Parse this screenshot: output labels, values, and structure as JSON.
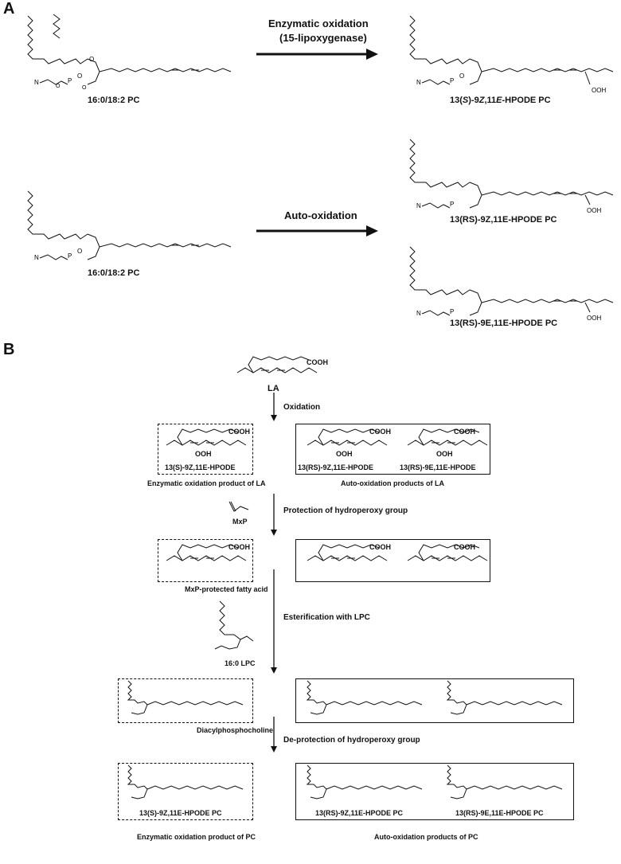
{
  "panel_a": {
    "label": "A",
    "enzymatic_arrow_line1": "Enzymatic oxidation",
    "enzymatic_arrow_line2": "(15-lipoxygenase)",
    "auto_arrow": "Auto-oxidation",
    "substrate_top": "16:0/18:2 PC",
    "product_top_pre": "13(",
    "product_top_stereo": "S",
    "product_top_mid": ")-9",
    "product_top_z": "Z",
    "product_top_mid2": ",11",
    "product_top_e": "E",
    "product_top_post": "-HPODE PC",
    "substrate_bottom": "16:0/18:2 PC",
    "product_rs_z": "13(RS)-9Z,11E-HPODE PC",
    "product_rs_e": "13(RS)-9E,11E-HPODE PC",
    "ooh": "OOH"
  },
  "panel_b": {
    "label": "B",
    "la": "LA",
    "cooh": "COOH",
    "oh": "OOH",
    "step_oxidation": "Oxidation",
    "enz_la_compound": "13(S)-9Z,11E-HPODE",
    "enz_la_caption": "Enzymatic oxidation product of LA",
    "auto_la_compound_1": "13(RS)-9Z,11E-HPODE",
    "auto_la_compound_2": "13(RS)-9E,11E-HPODE",
    "auto_la_caption": "Auto-oxidation products of LA",
    "mxp": "MxP",
    "step_protection": "Protection of hydroperoxy group",
    "mxp_caption": "MxP-protected fatty acid",
    "lpc": "16:0 LPC",
    "step_esterification": "Esterification with LPC",
    "dapc_caption": "Diacylphosphocholine",
    "step_deprotection": "De-protection of hydroperoxy group",
    "final_enz_compound": "13(S)-9Z,11E-HPODE PC",
    "final_auto_compound_1": "13(RS)-9Z,11E-HPODE PC",
    "final_auto_compound_2": "13(RS)-9E,11E-HPODE PC",
    "final_enz_caption": "Enzymatic oxidation product of PC",
    "final_auto_caption": "Auto-oxidation products of PC"
  }
}
